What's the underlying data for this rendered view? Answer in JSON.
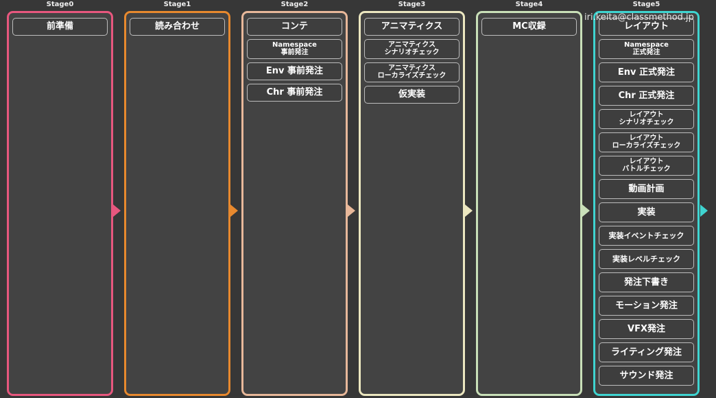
{
  "stages": [
    {
      "label": "Stage0",
      "color": "#e8577e",
      "items": [
        "前準備"
      ]
    },
    {
      "label": "Stage1",
      "color": "#e8892e",
      "items": [
        "読み合わせ"
      ]
    },
    {
      "label": "Stage2",
      "color": "#e8b89a",
      "items": [
        "コンテ",
        "Namespace\n事前発注",
        "Env 事前発注",
        "Chr 事前発注"
      ]
    },
    {
      "label": "Stage3",
      "color": "#ece7c0",
      "items": [
        "アニマティクス",
        "アニマティクス\nシナリオチェック",
        "アニマティクス\nローカライズチェック",
        "仮実装"
      ]
    },
    {
      "label": "Stage4",
      "color": "#c9e0b8",
      "items": [
        "MC収録"
      ]
    },
    {
      "label": "Stage5",
      "color": "#3fd4d0",
      "items": [
        "レイアウト",
        "Namespace\n正式発注",
        "Env 正式発注",
        "Chr 正式発注",
        "レイアウト\nシナリオチェック",
        "レイアウト\nローカライズチェック",
        "レイアウト\nバトルチェック",
        "動画計画",
        "実装",
        "実装イベントチェック",
        "実装レベルチェック",
        "発注下書き",
        "モーション発注",
        "VFX発注",
        "ライティング発注",
        "サウンド発注"
      ]
    }
  ],
  "watermark": "iri.keita@classmethod.jp"
}
